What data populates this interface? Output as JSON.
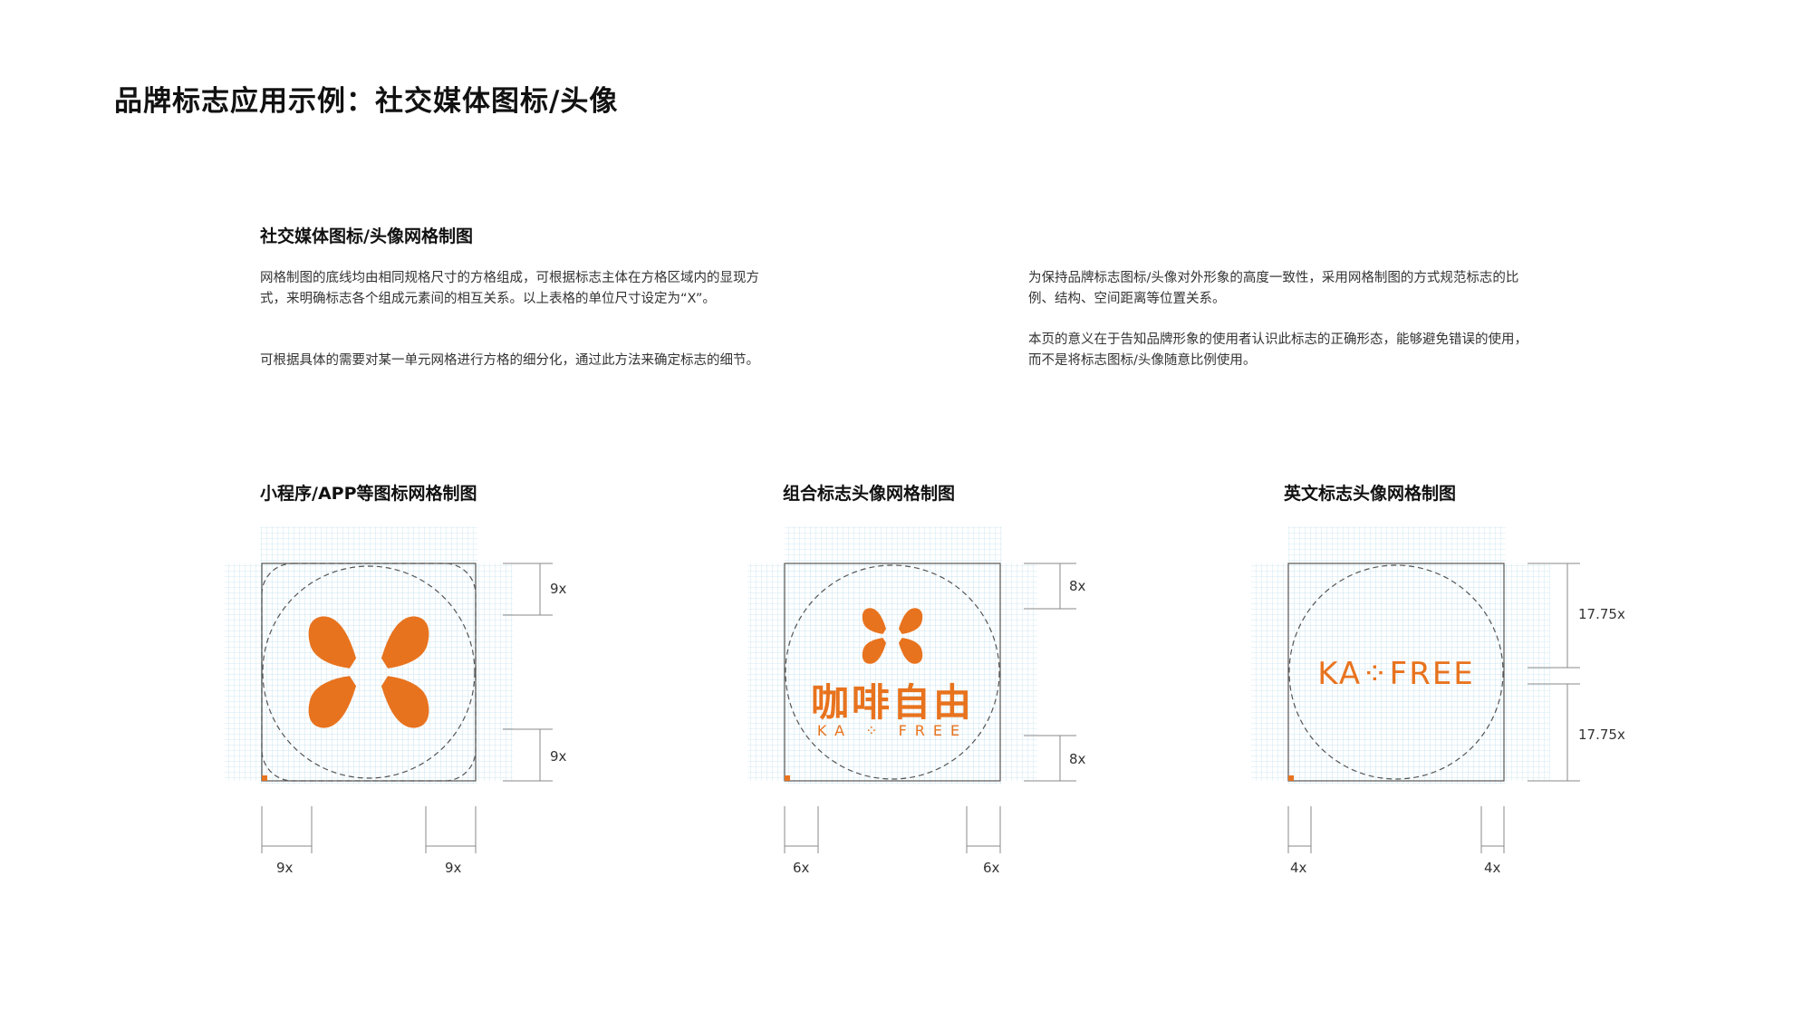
{
  "page": {
    "title": "品牌标志应用示例：社交媒体图标/头像"
  },
  "intro": {
    "heading": "社交媒体图标/头像网格制图",
    "left_paragraphs": [
      "网格制图的底线均由相同规格尺寸的方格组成，可根据标志主体在方格区域内的显现方式，来明确标志各个组成元素间的相互关系。以上表格的单位尺寸设定为“X”。",
      "可根据具体的需要对某一单元网格进行方格的细分化，通过此方法来确定标志的细节。"
    ],
    "right_paragraphs": [
      "为保持品牌标志图标/头像对外形象的高度一致性，采用网格制图的方式规范标志的比例、结构、空间距离等位置关系。",
      "本页的意义在于告知品牌形象的使用者认识此标志的正确形态，能够避免错误的使用，而不是将标志图标/头像随意比例使用。"
    ]
  },
  "diagrams": [
    {
      "title": "小程序/APP等图标网格制图",
      "top_margin_label": "9x",
      "bottom_margin_label": "9x",
      "left_margin_label": "9x",
      "right_margin_label": "9x"
    },
    {
      "title": "组合标志头像网格制图",
      "top_margin_label": "8x",
      "bottom_margin_label": "8x",
      "left_margin_label": "6x",
      "right_margin_label": "6x",
      "logo_cn_text": "咖啡自由",
      "logo_en_text": "KA ⁘ FREE"
    },
    {
      "title": "英文标志头像网格制图",
      "top_margin_label": "17.75x",
      "bottom_margin_label": "17.75x",
      "left_margin_label": "4x",
      "right_margin_label": "4x",
      "logo_en_text": "KA⁘FREE"
    }
  ],
  "colors": {
    "brand_orange": "#e8731e",
    "grid_blue": "#bfe0ec",
    "frame": "#555555"
  },
  "icons": [
    "flower-logo-icon"
  ]
}
